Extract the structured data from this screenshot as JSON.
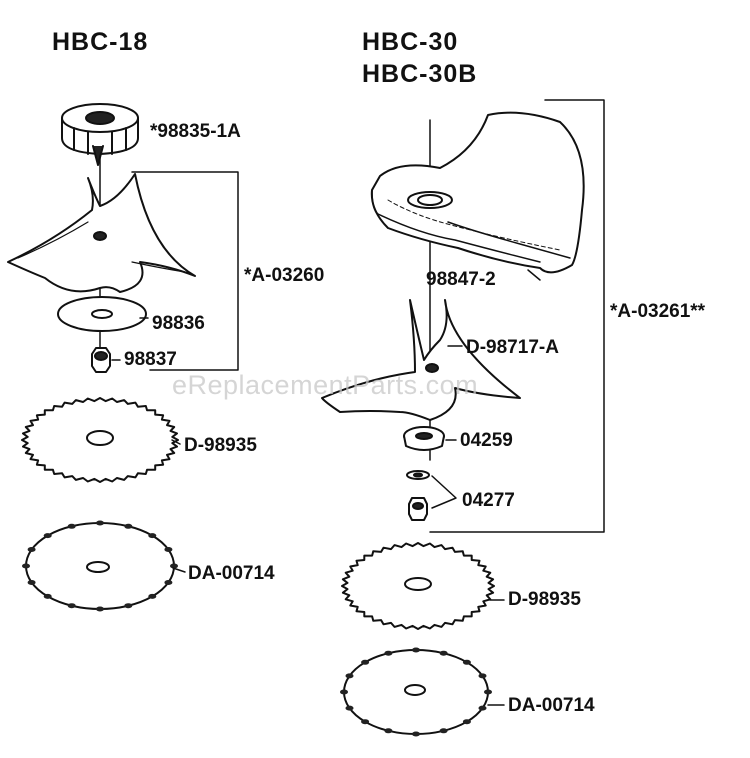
{
  "titles": {
    "left": "HBC-18",
    "right_line1": "HBC-30",
    "right_line2": "HBC-30B"
  },
  "parts": {
    "nut_98835": "*98835-1A",
    "kit_a03260": "*A-03260",
    "washer_98836": "98836",
    "nut_98837": "98837",
    "saw_left": "D-98935",
    "chain_left": "DA-00714",
    "guard_98847": "98847-2",
    "kit_a03261": "*A-03261**",
    "blade_d98717": "D-98717-A",
    "holder_04259": "04259",
    "nut_04277": "04277",
    "saw_right": "D-98935",
    "chain_right": "DA-00714"
  },
  "watermark": "eReplacementParts.com"
}
